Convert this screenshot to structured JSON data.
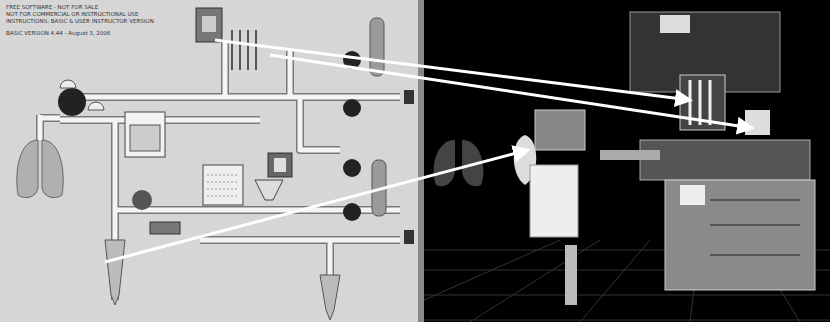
{
  "diagram": {
    "labels": [
      "FREE SOFTWARE - NOT FOR SALE",
      "NOT FOR COMMERCIAL OR INSTRUCTIONAL USE",
      "INSTRUCTIONS: BASIC & USER INSTRUCTOR VERSION",
      "BASIC VERSION 4.44 - August 3, 2006"
    ]
  }
}
